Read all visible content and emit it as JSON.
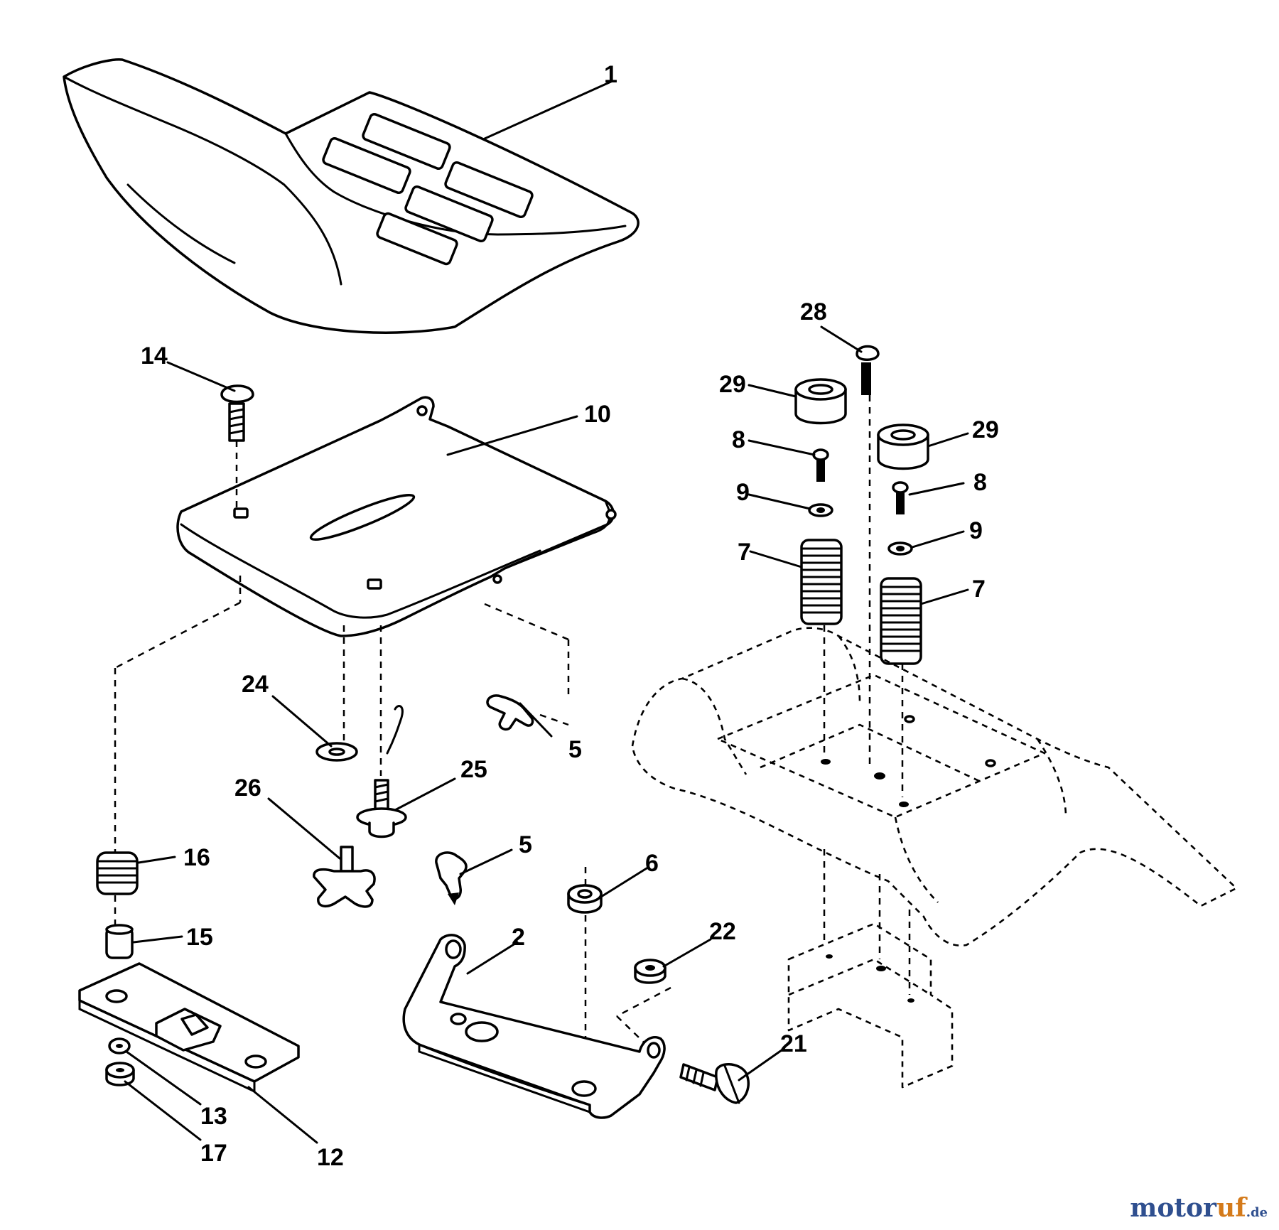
{
  "diagram": {
    "callouts": [
      {
        "id": "1",
        "label": "1"
      },
      {
        "id": "14",
        "label": "14"
      },
      {
        "id": "10",
        "label": "10"
      },
      {
        "id": "28",
        "label": "28"
      },
      {
        "id": "29a",
        "label": "29"
      },
      {
        "id": "29b",
        "label": "29"
      },
      {
        "id": "8a",
        "label": "8"
      },
      {
        "id": "8b",
        "label": "8"
      },
      {
        "id": "9a",
        "label": "9"
      },
      {
        "id": "9b",
        "label": "9"
      },
      {
        "id": "7a",
        "label": "7"
      },
      {
        "id": "7b",
        "label": "7"
      },
      {
        "id": "24",
        "label": "24"
      },
      {
        "id": "25",
        "label": "25"
      },
      {
        "id": "26",
        "label": "26"
      },
      {
        "id": "5a",
        "label": "5"
      },
      {
        "id": "5b",
        "label": "5"
      },
      {
        "id": "16",
        "label": "16"
      },
      {
        "id": "15",
        "label": "15"
      },
      {
        "id": "6",
        "label": "6"
      },
      {
        "id": "2",
        "label": "2"
      },
      {
        "id": "22",
        "label": "22"
      },
      {
        "id": "21",
        "label": "21"
      },
      {
        "id": "13",
        "label": "13"
      },
      {
        "id": "17",
        "label": "17"
      },
      {
        "id": "12",
        "label": "12"
      }
    ]
  },
  "watermark": {
    "part_a": "motor",
    "part_b": "uf",
    "part_c": ".de"
  }
}
